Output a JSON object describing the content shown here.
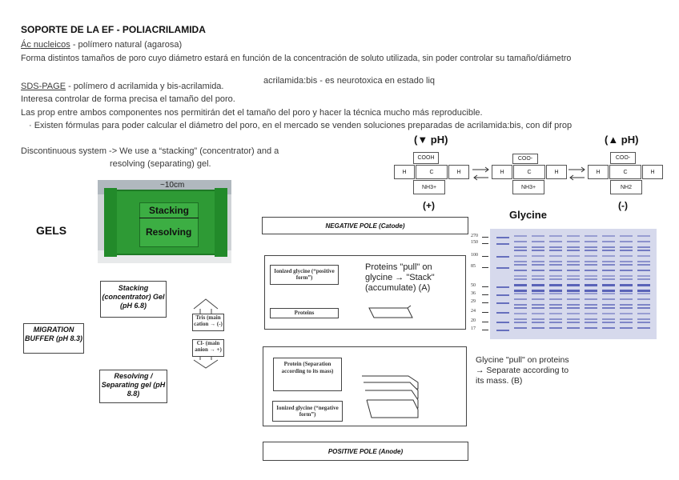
{
  "title": "SOPORTE DE LA EF - POLIACRILAMIDA",
  "acidos": {
    "term": "Ác nucleicos",
    "rest": " - polímero natural (agarosa)",
    "line2": "Forma distintos tamaños de poro cuyo diámetro estará en función de la concentración de soluto utilizada, sin poder controlar su tamaño/diámetro"
  },
  "sds": {
    "term": "SDS-PAGE",
    "rest": " - polímero d acrilamida y bis-acrilamida.",
    "side_note": "acrilamida:bis - es neurotoxica en estado liq",
    "line2": "Interesa controlar de forma precisa el tamaño del poro.",
    "line3": "Las prop entre ambos componentes nos permitirán det el tamaño del poro y hacer la técnica mucho más reproducible.",
    "line4": "· Existen fórmulas para poder calcular el diámetro del poro, en el mercado se venden soluciones preparadas de acrilamida:bis, con dif prop"
  },
  "discontinuous": {
    "line1": "Discontinuous system -> We use a “stacking” (concentrator) and a",
    "line2": "resolving (separating) gel."
  },
  "gels_label": "GELS",
  "photo": {
    "scale": "~10cm",
    "stacking": "Stacking",
    "resolving": "Resolving"
  },
  "diagram": {
    "stacking_gel": "Stacking (concentrator) Gel (pH 6.8)",
    "migration_buffer": "MIGRATION BUFFER (pH 8.3)",
    "resolving_gel": "Resolving / Separating gel (pH 8.8)",
    "tris": "Tris (main cation → (-)",
    "cl": "Cl- (main anion → +)"
  },
  "glycine": {
    "low_ph": "(▼ pH)",
    "high_ph": "(▲ pH)",
    "plus": "(+)",
    "minus": "(-)",
    "name": "Glycine",
    "m1": {
      "top": "COOH",
      "left": "H",
      "center": "C",
      "right": "H",
      "bottom": "NH3+"
    },
    "m2": {
      "top": "COO-",
      "left": "H",
      "center": "C",
      "right": "H",
      "bottom": "NH3+"
    },
    "m3": {
      "top": "COO-",
      "left": "H",
      "center": "C",
      "right": "H",
      "bottom": "NH2"
    }
  },
  "poles": {
    "negative": "NEGATIVE POLE (Catode)",
    "positive": "POSITIVE POLE (Anode)"
  },
  "panel_a": {
    "ionized": "Ionized glycine (“positive form”)",
    "proteins": "Proteins",
    "caption": "Proteins \"pull\" on glycine → \"Stack\" (accumulate) (A)"
  },
  "panel_b": {
    "protein": "Protein (Separation according to its mass)",
    "ionized": "Ionized glycine (“negative form”)",
    "caption": "Glycine \"pull\" on proteins → Separate according to its mass. (B)"
  },
  "ladder": [
    "270",
    "150",
    "100",
    "85",
    "50",
    "36",
    "29",
    "24",
    "20",
    "17"
  ],
  "colors": {
    "photo_green": "#2e9a35",
    "gel_blue": "#5a63b8",
    "gel_bg": "#d6d9ec"
  }
}
